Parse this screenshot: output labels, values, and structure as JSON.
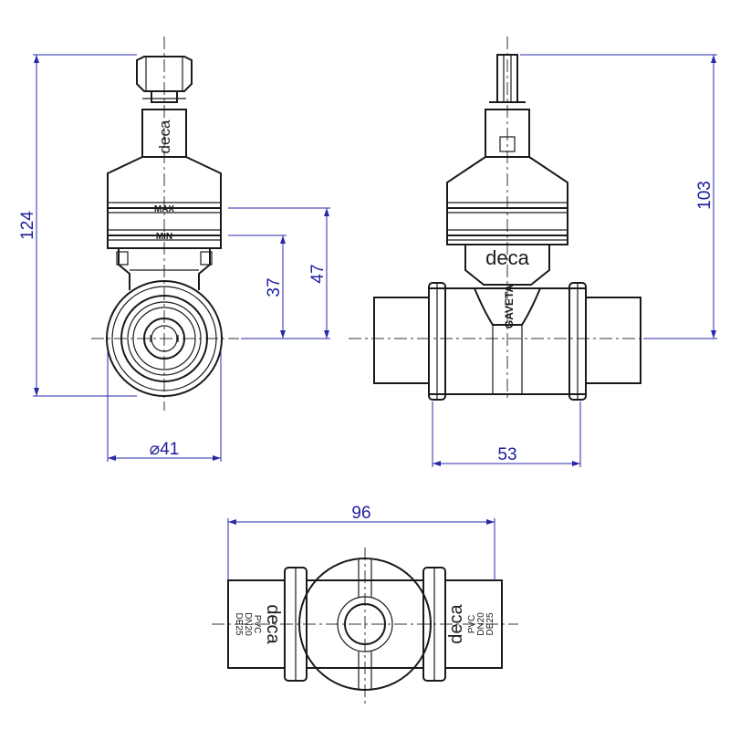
{
  "dimensions": {
    "height_total": "124",
    "height_to_max": "47",
    "height_to_min": "37",
    "diameter": "⌀41",
    "side_height": "103",
    "side_width": "53",
    "bottom_width": "96"
  },
  "markings": {
    "brand": "deca",
    "max": "MAX",
    "min": "MIN",
    "model": "GAVETA",
    "material": "PVC",
    "dn": "DN20",
    "de": "DE25"
  }
}
